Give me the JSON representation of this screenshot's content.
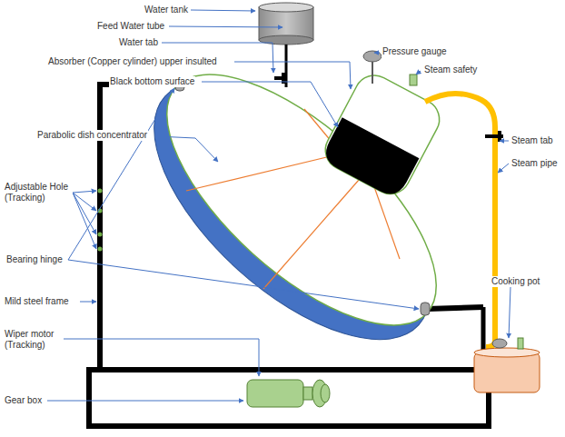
{
  "diagram": {
    "labels": [
      "Water tank",
      "Feed Water tube",
      "Water tab",
      "Absorber (Copper cylinder) upper insulted",
      "Black bottom surface",
      "Pressure gauge",
      "Steam safety",
      "Parabolic dish concentrator",
      "Steam tab",
      "Steam pipe",
      "Adjustable Hole (Tracking)",
      "Bearing hinge",
      "Mild steel frame",
      "Cooking pot",
      "Wiper motor (Tracking)",
      "Gear box"
    ]
  }
}
